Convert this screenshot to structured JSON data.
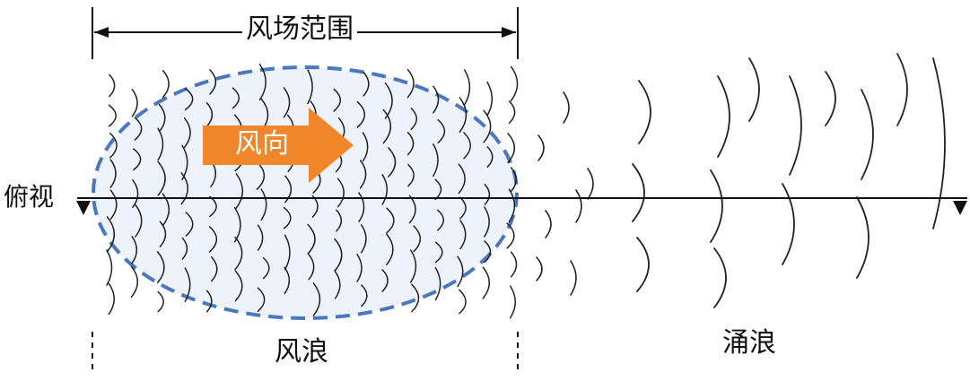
{
  "labels": {
    "fetch": "风场范围",
    "view": "俯视",
    "wind_direction": "风向",
    "wind_sea": "风浪",
    "swell": "涌浪"
  },
  "colors": {
    "ellipse_fill": "#eef3fb",
    "ellipse_border": "#4a78c0",
    "arrow": "#f0852a",
    "line": "#111111",
    "waves": "#222222"
  },
  "icons": {
    "view_marker_left": "triangle-down-icon",
    "view_marker_right": "triangle-down-icon"
  }
}
